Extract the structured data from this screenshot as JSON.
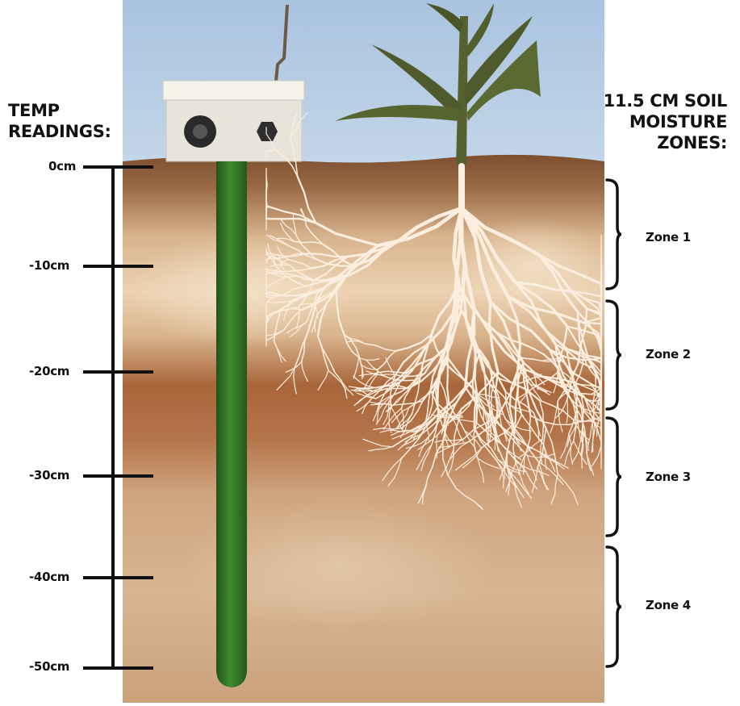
{
  "temp_header": [
    "TEMP",
    "READINGS:"
  ],
  "moisture_header": [
    "11.5 CM SOIL",
    "MOISTURE",
    "ZONES:"
  ],
  "depth_ticks": [
    "0cm",
    "-10cm",
    "-20cm",
    "-30cm",
    "-40cm",
    "-50cm"
  ],
  "zones": [
    "Zone 1",
    "Zone 2",
    "Zone 3",
    "Zone 4"
  ],
  "colors": {
    "sky": "#b7cde4",
    "soil_top": "#8d5a36",
    "soil_light": "#e7c9a5",
    "soil_band": "#a8663a",
    "soil_bottom": "#c9a57f",
    "probe": "#2e6b22",
    "roots": "#fbeede",
    "leaf": "#4f5b2c",
    "box": "#ece8e0"
  },
  "icons": [
    "sensor-box-icon",
    "probe-rod-icon",
    "corn-plant-icon",
    "root-system-icon",
    "antenna-icon",
    "brace-icon"
  ]
}
